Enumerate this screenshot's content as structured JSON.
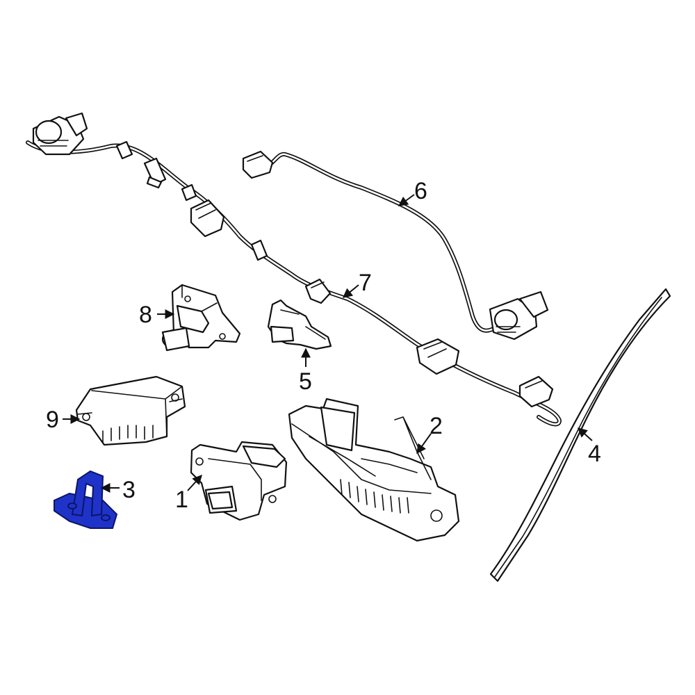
{
  "highlight_color": "#1f33c9",
  "highlighted_part": "3",
  "callouts": {
    "c1": "1",
    "c2": "2",
    "c3": "3",
    "c4": "4",
    "c5": "5",
    "c6": "6",
    "c7": "7",
    "c8": "8",
    "c9": "9"
  }
}
